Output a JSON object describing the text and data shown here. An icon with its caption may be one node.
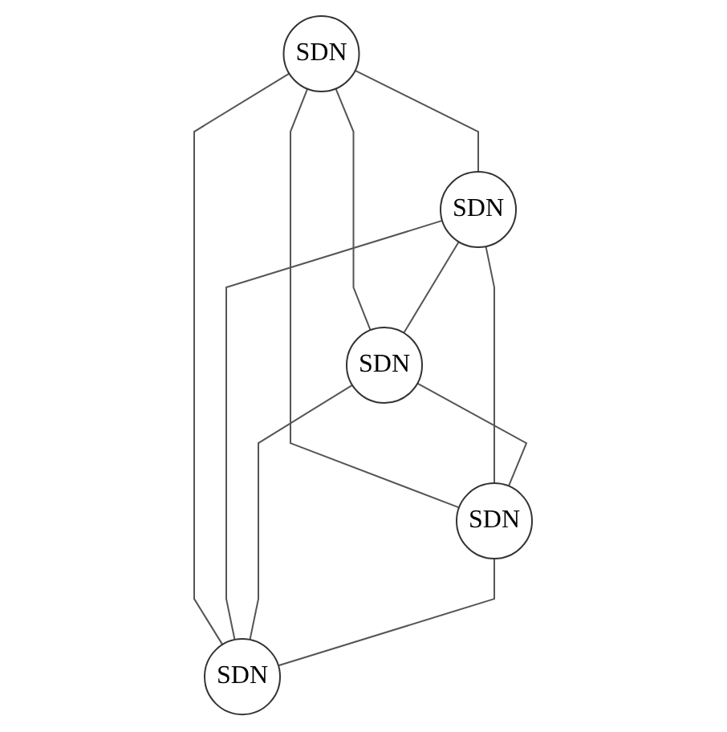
{
  "diagram": {
    "nodes": [
      {
        "text": [
          "SDN"
        ]
      },
      {
        "text": [
          "SDN"
        ]
      },
      {
        "text": [
          "SDN"
        ]
      },
      {
        "text": [
          "SDN"
        ]
      },
      {
        "text": [
          "SDN"
        ]
      }
    ],
    "edges": [
      {
        "from": 0,
        "to": 1,
        "arrow": "none"
      },
      {
        "from": 0,
        "to": 2,
        "arrow": "none"
      },
      {
        "from": 0,
        "to": 3,
        "arrow": "none"
      },
      {
        "from": 0,
        "to": 4,
        "arrow": "none"
      },
      {
        "from": 1,
        "to": 2,
        "arrow": "none"
      },
      {
        "from": 1,
        "to": 3,
        "arrow": "none"
      },
      {
        "from": 1,
        "to": 4,
        "arrow": "none"
      },
      {
        "from": 2,
        "to": 3,
        "arrow": "none"
      },
      {
        "from": 2,
        "to": 4,
        "arrow": "none"
      },
      {
        "from": 3,
        "to": 4,
        "arrow": "none"
      }
    ]
  }
}
